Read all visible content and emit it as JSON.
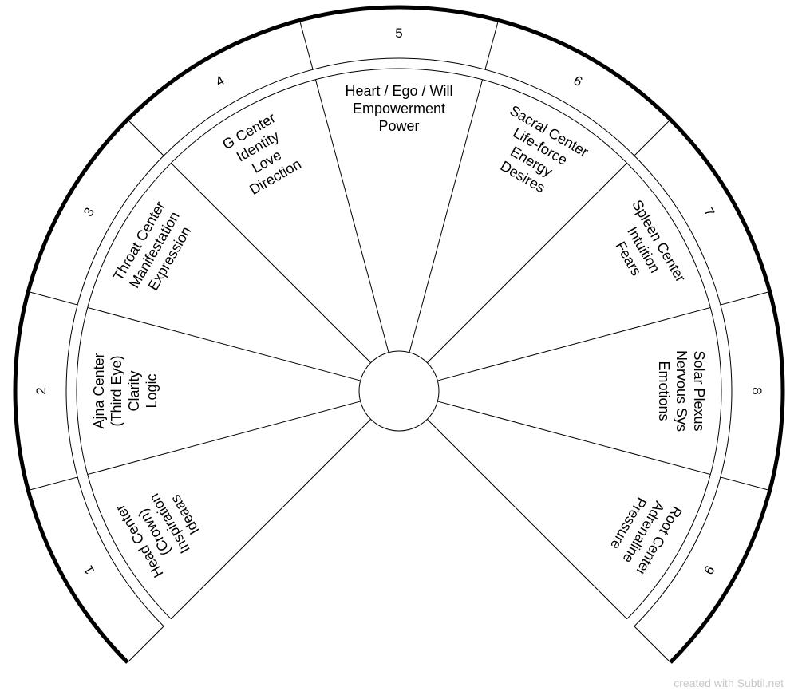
{
  "sectors": [
    {
      "number": "1",
      "lines": [
        "Head Center",
        "(Crown)",
        "Inspiration",
        "Ideaas"
      ]
    },
    {
      "number": "2",
      "lines": [
        "Ajna Center",
        "(Third Eye)",
        "Clarity",
        "Logic"
      ]
    },
    {
      "number": "3",
      "lines": [
        "Throat Center",
        "Manifestation",
        "Expression"
      ]
    },
    {
      "number": "4",
      "lines": [
        "G Center",
        "Identity",
        "Love",
        "Direction"
      ]
    },
    {
      "number": "5",
      "lines": [
        "Heart / Ego / Will",
        "Empowerment",
        "Power"
      ]
    },
    {
      "number": "6",
      "lines": [
        "Sacral Center",
        "Life-force",
        "Energy",
        "Desires"
      ]
    },
    {
      "number": "7",
      "lines": [
        "Spleen Center",
        "Intuition",
        "Fears"
      ]
    },
    {
      "number": "8",
      "lines": [
        "Solar Plexus",
        "Nervous Sys",
        "Emotions"
      ]
    },
    {
      "number": "9",
      "lines": [
        "Root Center",
        "Adrenaline",
        "Pressure"
      ]
    }
  ],
  "credit": "created with Subtil.net"
}
